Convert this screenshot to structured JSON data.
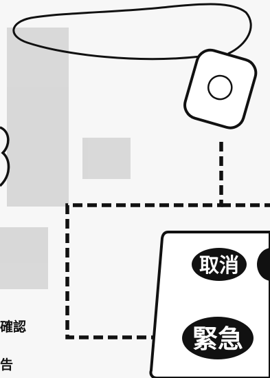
{
  "buttons": {
    "cancel": "取消",
    "emergency": "緊急"
  },
  "side_text": {
    "confirm": "確認",
    "report": "告"
  },
  "colors": {
    "ink": "#111111",
    "paper": "#ffffff",
    "button_fill": "#111111",
    "button_text": "#ffffff"
  }
}
